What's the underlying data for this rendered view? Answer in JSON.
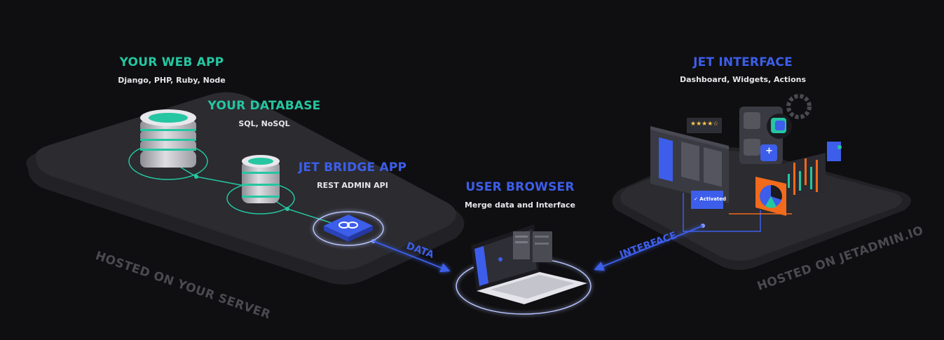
{
  "web_app": {
    "title": "YOUR WEB APP",
    "subtitle": "Django, PHP, Ruby, Node"
  },
  "database": {
    "title": "YOUR DATABASE",
    "subtitle": "SQL, NoSQL"
  },
  "bridge": {
    "title": "JET BRIDGE APP",
    "subtitle": "REST ADMIN API"
  },
  "browser": {
    "title": "USER BROWSER",
    "subtitle": "Merge data and Interface"
  },
  "interface": {
    "title": "JET INTERFACE",
    "subtitle": "Dashboard, Widgets, Actions"
  },
  "platforms": {
    "left": "HOSTED ON YOUR SERVER",
    "right": "HOSTED ON JETADMIN.IO"
  },
  "flows": {
    "data": "DATA",
    "interface": "INTERFACE"
  },
  "widgets": {
    "rating": "★★★★☆",
    "activated": "✓ Activated",
    "plus": "+"
  },
  "colors": {
    "green": "#25c6a1",
    "blue": "#3d5eea",
    "orange": "#f26a1b",
    "background": "#0f0f11",
    "platform": "#2a2a2e"
  }
}
